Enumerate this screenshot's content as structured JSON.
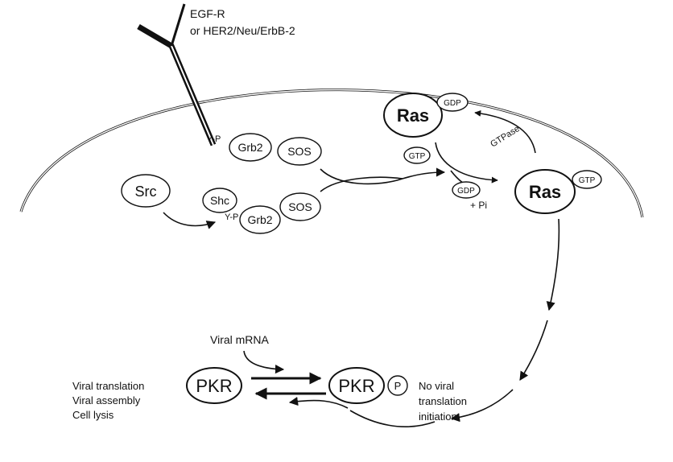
{
  "receptor": {
    "line1": "EGF-R",
    "line2": "or HER2/Neu/ErbB-2"
  },
  "molecules": {
    "ras_top": "Ras",
    "gdp_top": "GDP",
    "gtpase": "GTPase",
    "gtp_small": "GTP",
    "gdp_small": "GDP",
    "pi": "+ Pi",
    "ras_right": "Ras",
    "gtp_right": "GTP",
    "yp_upper": "Y-P",
    "grb2_upper": "Grb2",
    "sos_upper": "SOS",
    "src": "Src",
    "shc": "Shc",
    "yp_lower": "Y-P",
    "grb2_lower": "Grb2",
    "sos_lower": "SOS"
  },
  "pkr": {
    "viral_mrna": "Viral mRNA",
    "pkr_left": "PKR",
    "pkr_right": "PKR",
    "phospho": "P",
    "left_notes": [
      "Viral translation",
      "Viral assembly",
      "Cell lysis"
    ],
    "right_notes": [
      "No viral",
      "translation",
      "initiation"
    ]
  }
}
